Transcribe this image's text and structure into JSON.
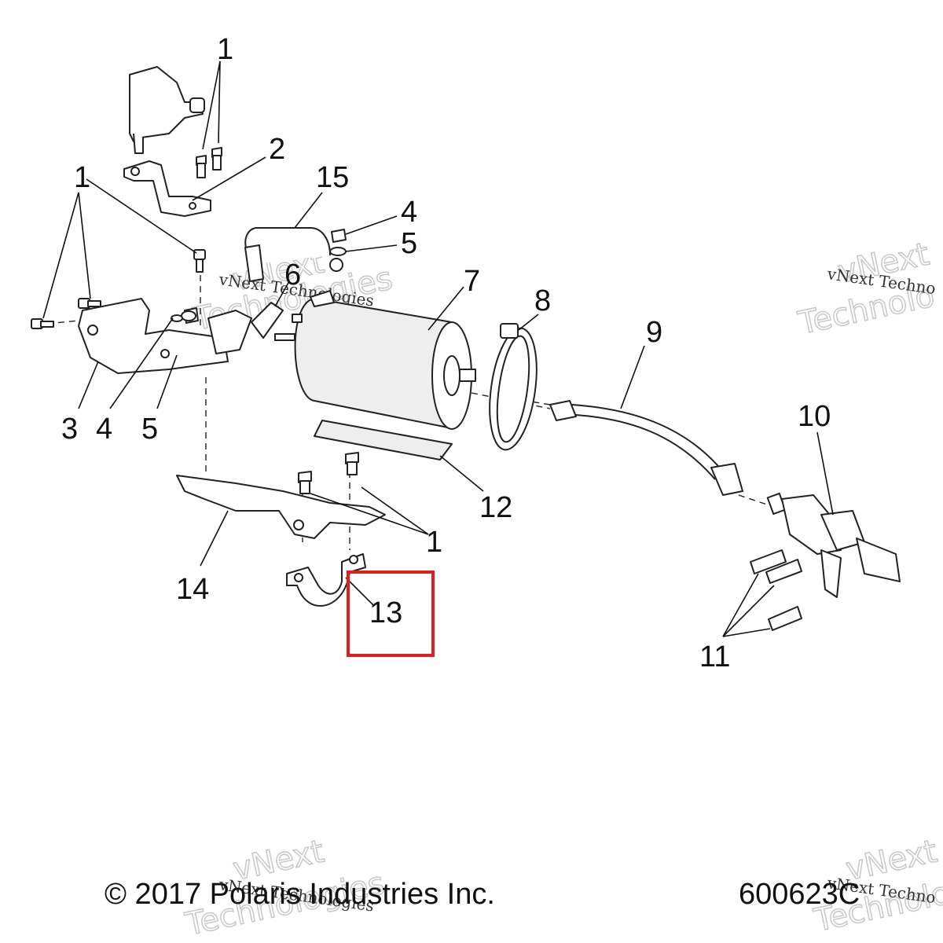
{
  "callouts": {
    "c1_top": "1",
    "c2": "2",
    "c15": "15",
    "c4_top": "4",
    "c5_top": "5",
    "c1_left": "1",
    "c6": "6",
    "c7": "7",
    "c8": "8",
    "c9": "9",
    "c3": "3",
    "c4_left": "4",
    "c5_left": "5",
    "c10": "10",
    "c12": "12",
    "c1_mid": "1",
    "c14": "14",
    "c13": "13",
    "c11": "11"
  },
  "watermarks": {
    "w1_small": "vNext Technologies",
    "w1_big_a": "vNext",
    "w1_big_b": "Technologies",
    "w2_small": "vNext Techno",
    "w2_big_a": "vNext",
    "w2_big_b": "Technolo",
    "w3_small": "vNext Technologies",
    "w3_big_a": "vNext",
    "w3_big_b": "Technologies",
    "w4_small": "vNext Techno",
    "w4_big_a": "vNext",
    "w4_big_b": "Technolo"
  },
  "footer": {
    "copyright": "© 2017 Polaris Industries Inc.",
    "part_number": "600623C"
  },
  "highlight_color": "#e01e1e"
}
